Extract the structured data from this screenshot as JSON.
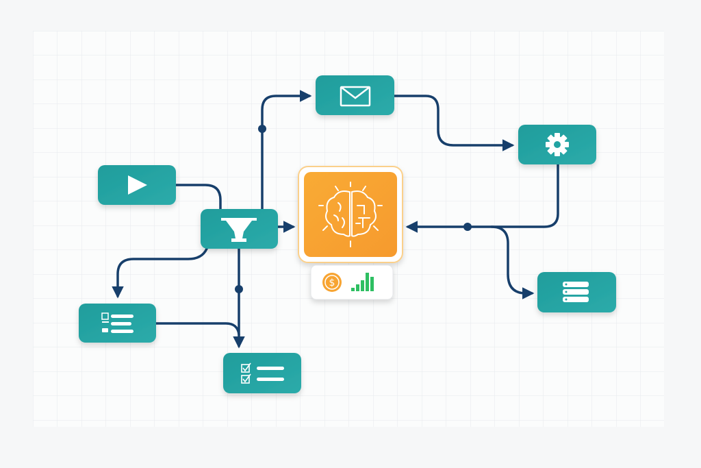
{
  "colors": {
    "node_teal": "#22a3a2",
    "connector_navy": "#173f6b",
    "ai_orange": "#f7a433",
    "chart_green": "#2dbf62",
    "grid": "#e6e9ec"
  },
  "nodes": [
    {
      "id": "play",
      "icon": "play-icon"
    },
    {
      "id": "filter",
      "icon": "funnel-icon"
    },
    {
      "id": "email",
      "icon": "envelope-icon"
    },
    {
      "id": "settings",
      "icon": "gear-icon"
    },
    {
      "id": "ai",
      "icon": "brain-circuit-icon"
    },
    {
      "id": "finance",
      "icon": "dollar-coin-and-bar-chart-icon"
    },
    {
      "id": "database",
      "icon": "database-stack-icon"
    },
    {
      "id": "form",
      "icon": "form-list-icon"
    },
    {
      "id": "checklist",
      "icon": "checklist-icon"
    }
  ]
}
